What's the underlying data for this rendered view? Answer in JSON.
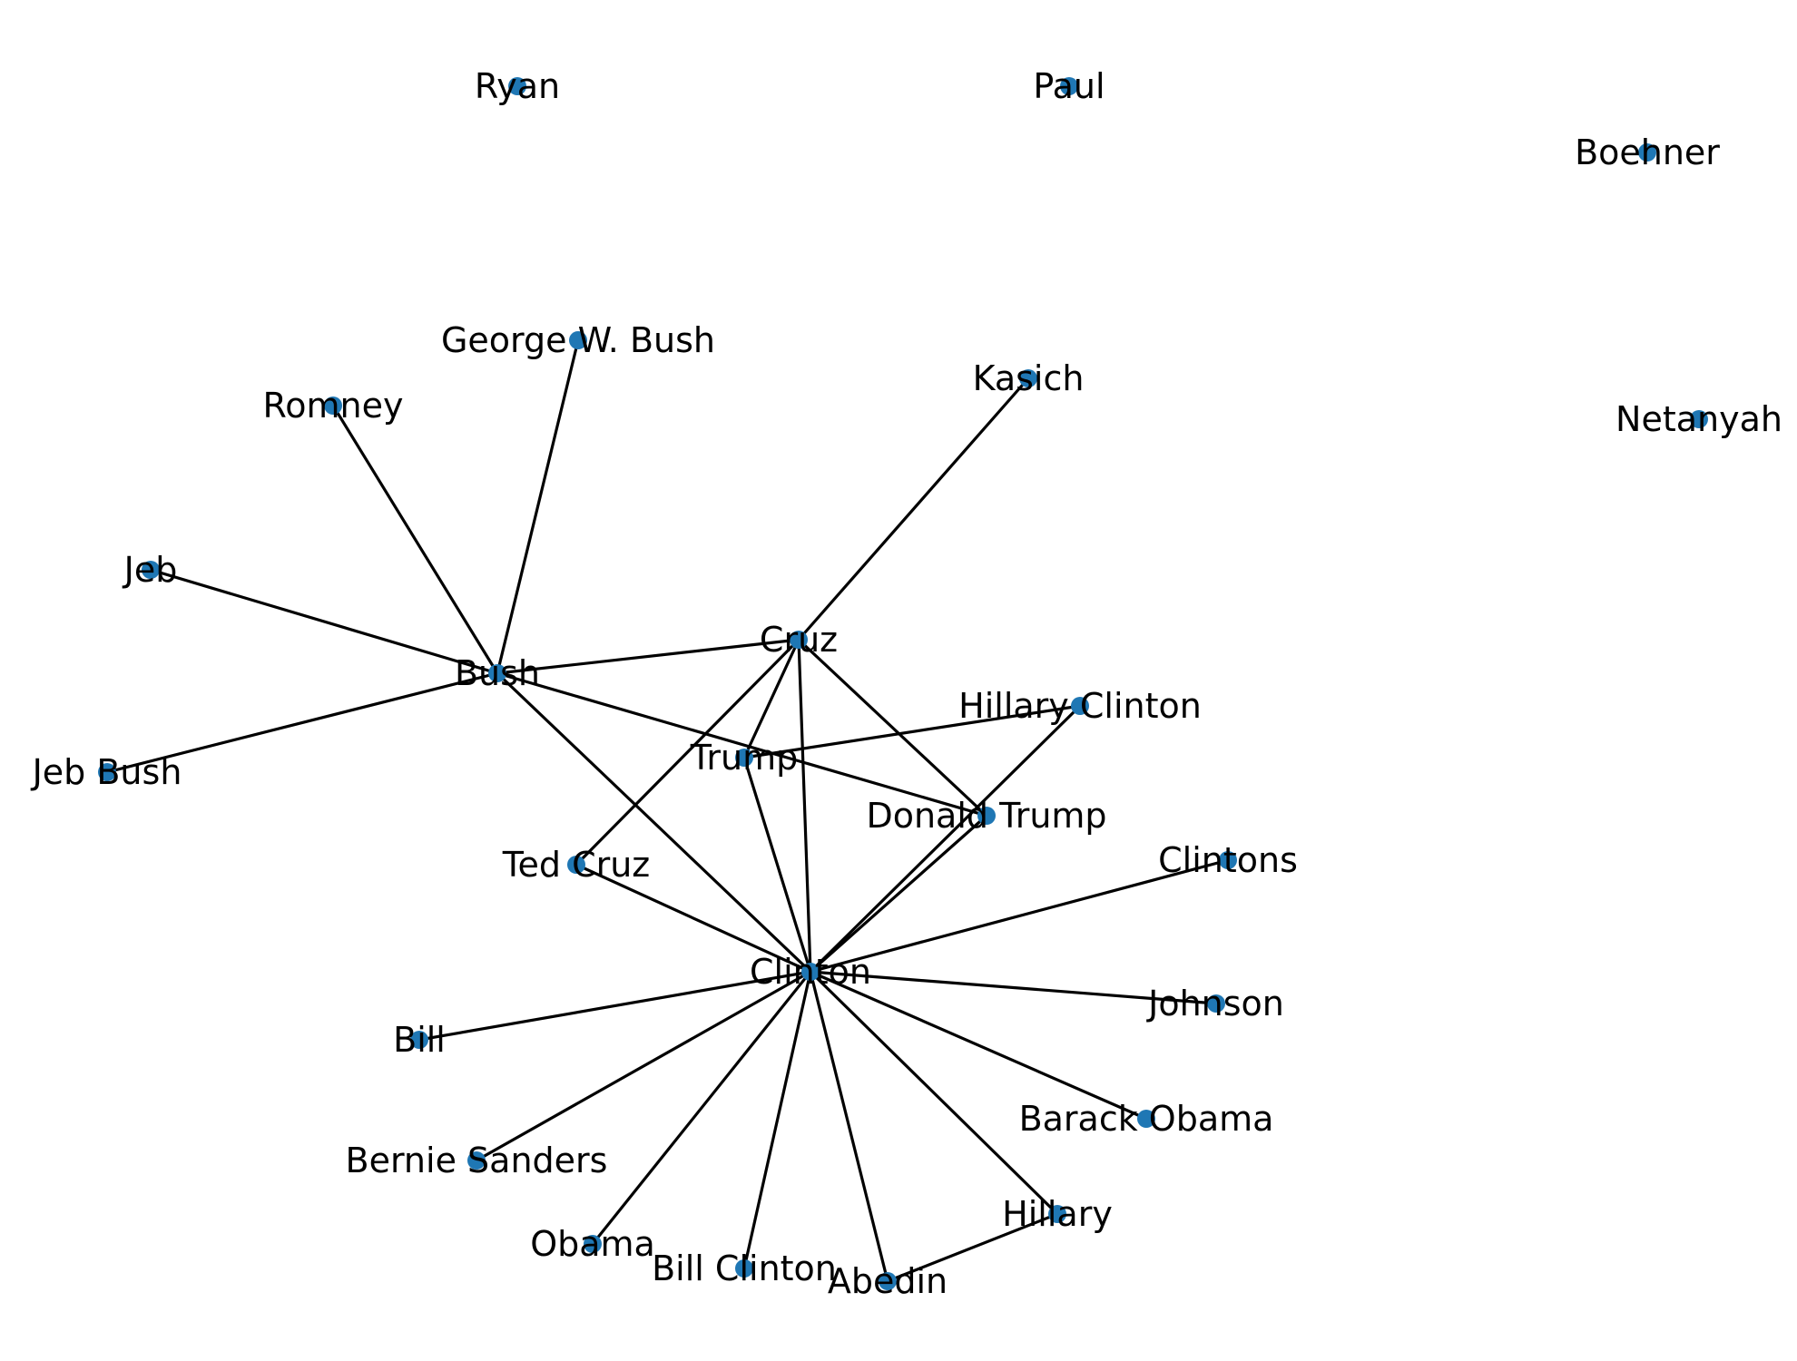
{
  "colors": {
    "node": "#1f77b4",
    "edge": "#000000",
    "label": "#000000"
  },
  "nodes": [
    {
      "id": "ryan",
      "label": "Ryan"
    },
    {
      "id": "paul",
      "label": "Paul"
    },
    {
      "id": "boehner",
      "label": "Boehner"
    },
    {
      "id": "george_w_bush",
      "label": "George W. Bush"
    },
    {
      "id": "kasich",
      "label": "Kasich"
    },
    {
      "id": "netanyah",
      "label": "Netanyah"
    },
    {
      "id": "romney",
      "label": "Romney"
    },
    {
      "id": "jeb",
      "label": "Jeb"
    },
    {
      "id": "cruz",
      "label": "Cruz"
    },
    {
      "id": "bush",
      "label": "Bush"
    },
    {
      "id": "hillary_clinton",
      "label": "Hillary Clinton"
    },
    {
      "id": "trump",
      "label": "Trump"
    },
    {
      "id": "jeb_bush",
      "label": "Jeb Bush"
    },
    {
      "id": "donald_trump",
      "label": "Donald Trump"
    },
    {
      "id": "ted_cruz",
      "label": "Ted Cruz"
    },
    {
      "id": "clintons",
      "label": "Clintons"
    },
    {
      "id": "clinton",
      "label": "Clinton"
    },
    {
      "id": "johnson",
      "label": "Johnson"
    },
    {
      "id": "bill",
      "label": "Bill"
    },
    {
      "id": "barack_obama",
      "label": "Barack Obama"
    },
    {
      "id": "bernie_sanders",
      "label": "Bernie Sanders"
    },
    {
      "id": "hillary",
      "label": "Hillary"
    },
    {
      "id": "obama",
      "label": "Obama"
    },
    {
      "id": "bill_clinton",
      "label": "Bill Clinton"
    },
    {
      "id": "abedin",
      "label": "Abedin"
    }
  ],
  "edges": [
    [
      "bush",
      "george_w_bush"
    ],
    [
      "bush",
      "romney"
    ],
    [
      "bush",
      "jeb"
    ],
    [
      "bush",
      "jeb_bush"
    ],
    [
      "bush",
      "cruz"
    ],
    [
      "bush",
      "donald_trump"
    ],
    [
      "bush",
      "clinton"
    ],
    [
      "cruz",
      "kasich"
    ],
    [
      "cruz",
      "trump"
    ],
    [
      "cruz",
      "ted_cruz"
    ],
    [
      "cruz",
      "clinton"
    ],
    [
      "cruz",
      "donald_trump"
    ],
    [
      "trump",
      "hillary_clinton"
    ],
    [
      "trump",
      "clinton"
    ],
    [
      "clinton",
      "hillary_clinton"
    ],
    [
      "clinton",
      "donald_trump"
    ],
    [
      "clinton",
      "ted_cruz"
    ],
    [
      "clinton",
      "clintons"
    ],
    [
      "clinton",
      "johnson"
    ],
    [
      "clinton",
      "bill"
    ],
    [
      "clinton",
      "barack_obama"
    ],
    [
      "clinton",
      "bernie_sanders"
    ],
    [
      "clinton",
      "obama"
    ],
    [
      "clinton",
      "bill_clinton"
    ],
    [
      "clinton",
      "abedin"
    ],
    [
      "clinton",
      "hillary"
    ],
    [
      "abedin",
      "hillary"
    ]
  ]
}
